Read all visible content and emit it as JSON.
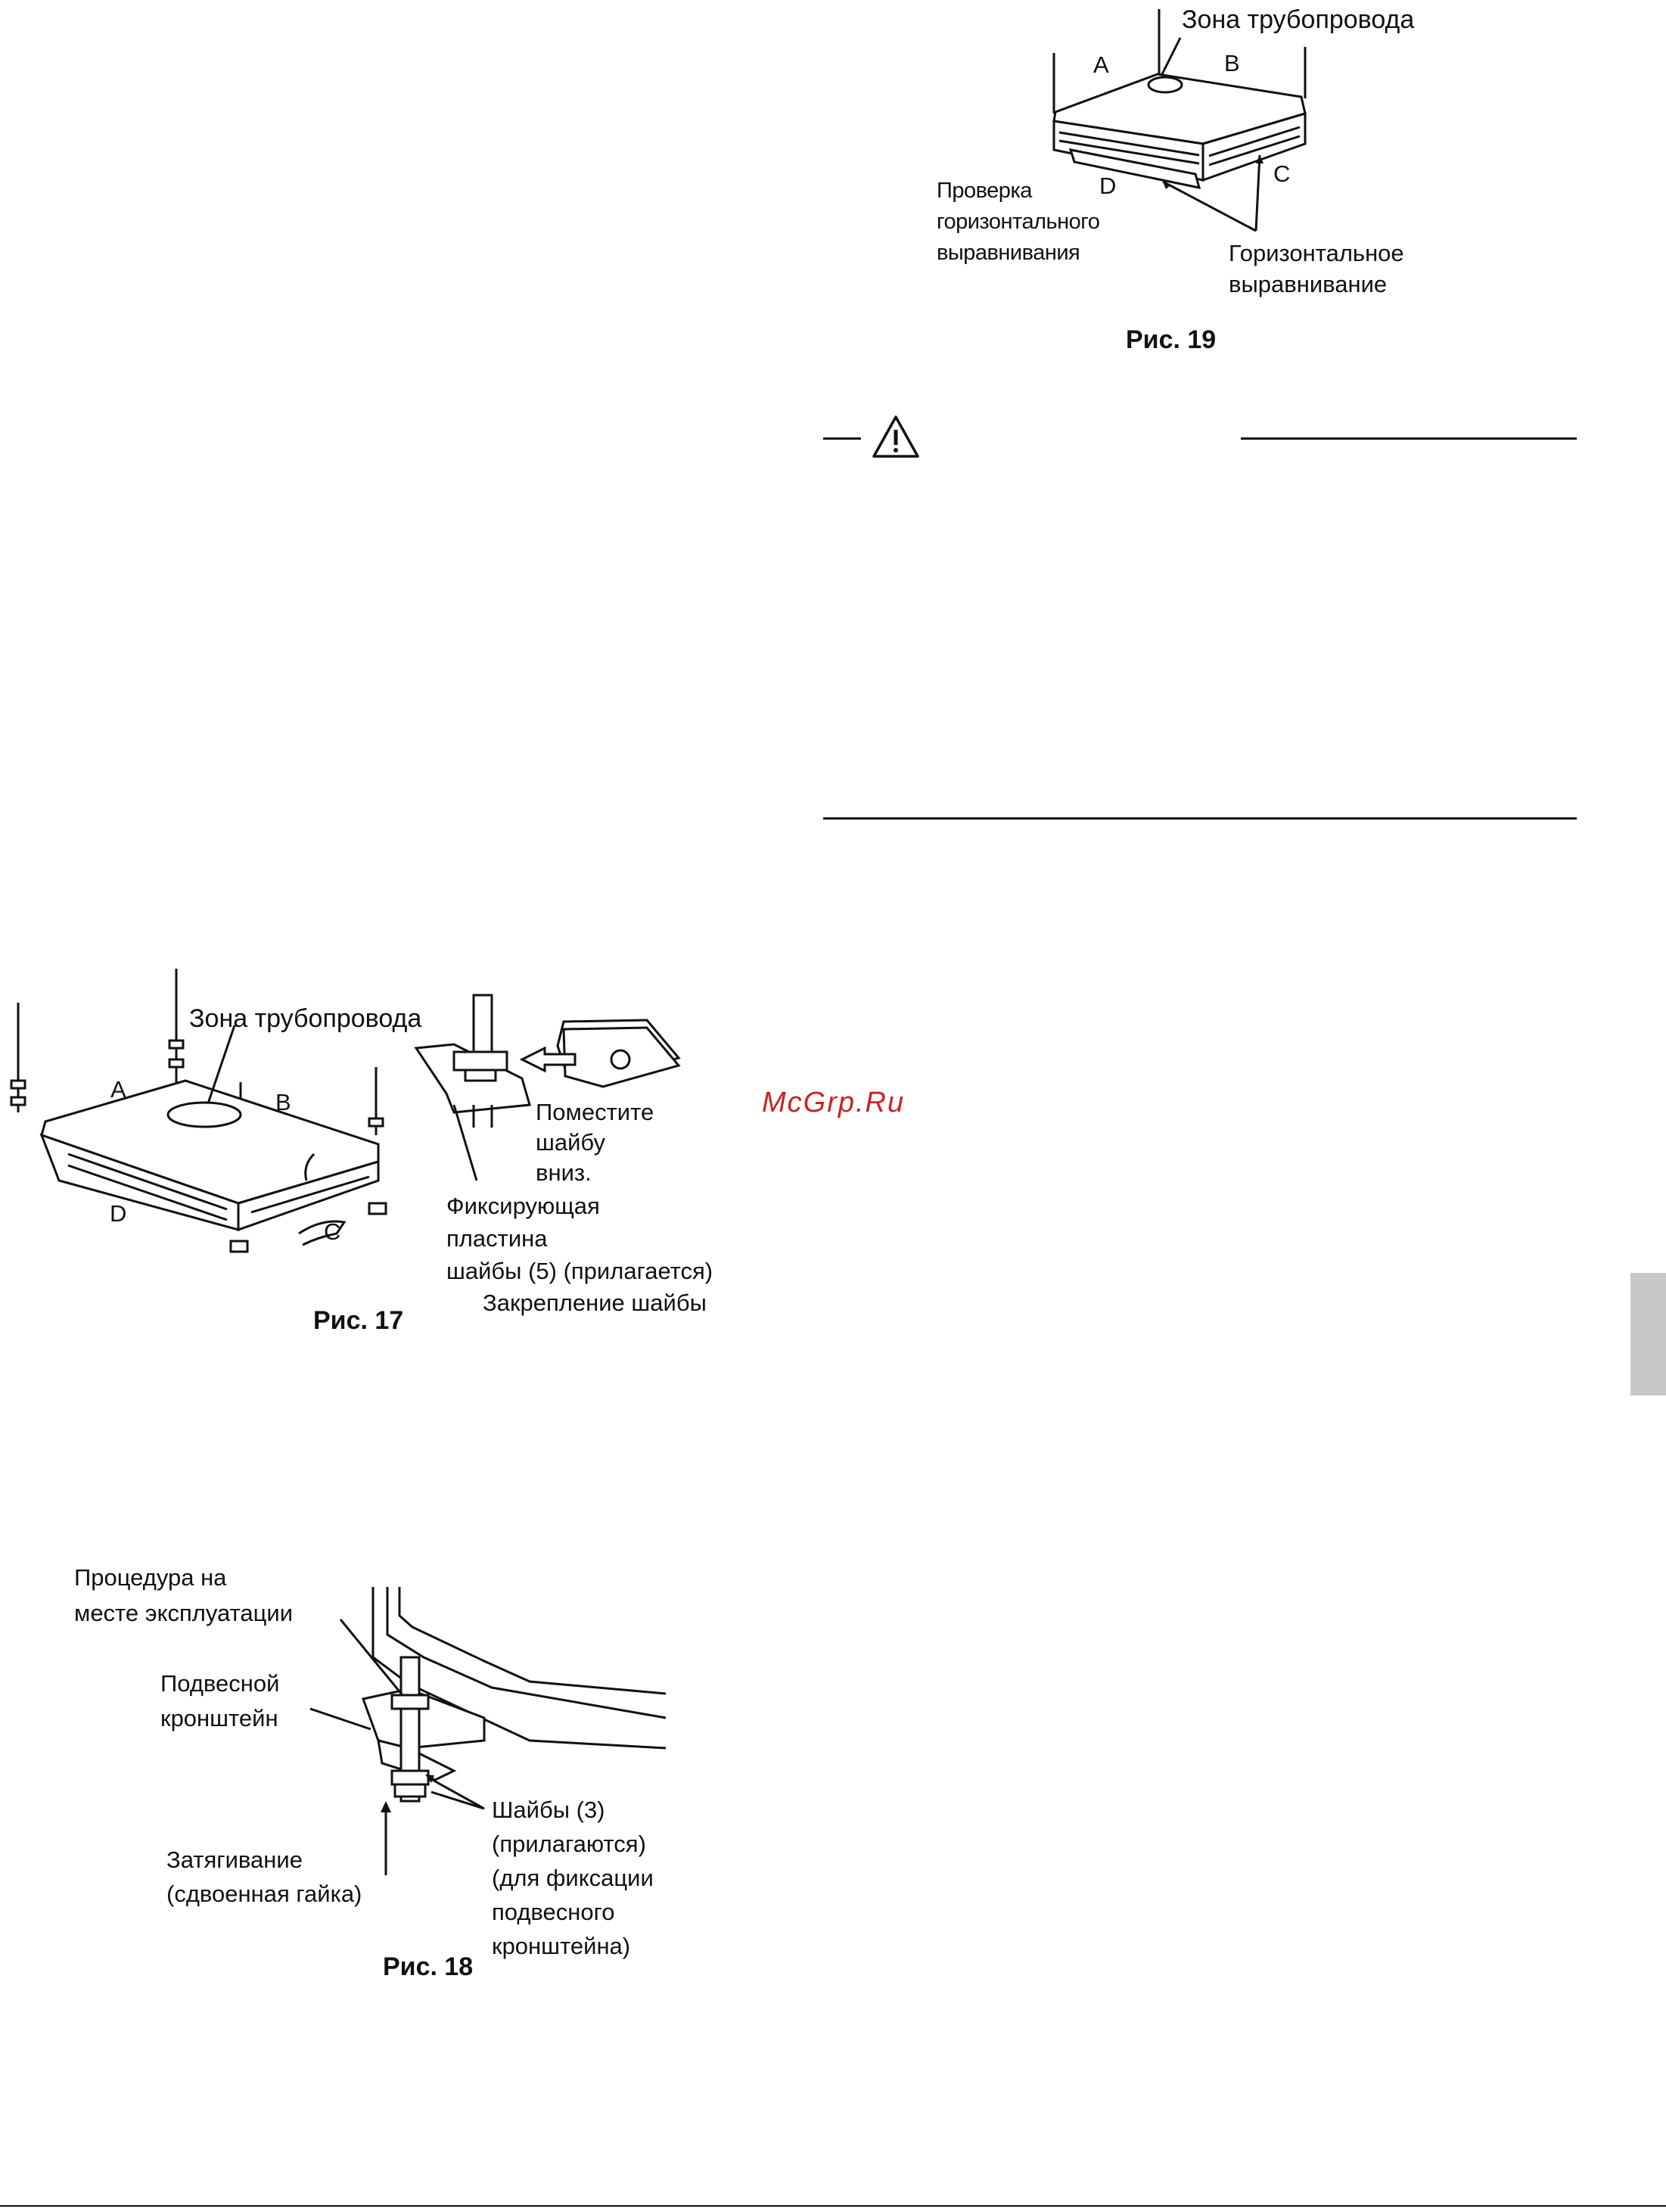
{
  "fig19": {
    "zone": "Зона трубопровода",
    "a": "A",
    "b": "B",
    "c": "C",
    "d": "D",
    "check_l1": "Проверка",
    "check_l2": "горизонтального",
    "check_l3": "выравнивания",
    "level_l1": "Горизонтальное",
    "level_l2": "выравнивание",
    "caption": "Рис. 19"
  },
  "fig17": {
    "zone": "Зона трубопровода",
    "a": "A",
    "b": "B",
    "c": "C",
    "d": "D",
    "place_l1": "Поместите",
    "place_l2": "шайбу",
    "place_l3": "вниз.",
    "plate_l1": "Фиксирующая",
    "plate_l2": "пластина",
    "plate_l3": "шайбы (5) (прилагается)",
    "washer_fix": "Закрепление шайбы",
    "caption": "Рис. 17"
  },
  "fig18": {
    "proc_l1": "Процедура на",
    "proc_l2": "месте эксплуатации",
    "bracket_l1": "Подвесной",
    "bracket_l2": "кронштейн",
    "tight_l1": "Затягивание",
    "tight_l2": "(сдвоенная гайка)",
    "wash_l1": "Шайбы (3)",
    "wash_l2": "(прилагаются)",
    "wash_l3": "(для фиксации",
    "wash_l4": "подвесного",
    "wash_l5": "кронштейна)",
    "caption": "Рис. 18"
  },
  "watermark": "McGrp.Ru",
  "icons": [
    "warning-triangle-icon"
  ]
}
